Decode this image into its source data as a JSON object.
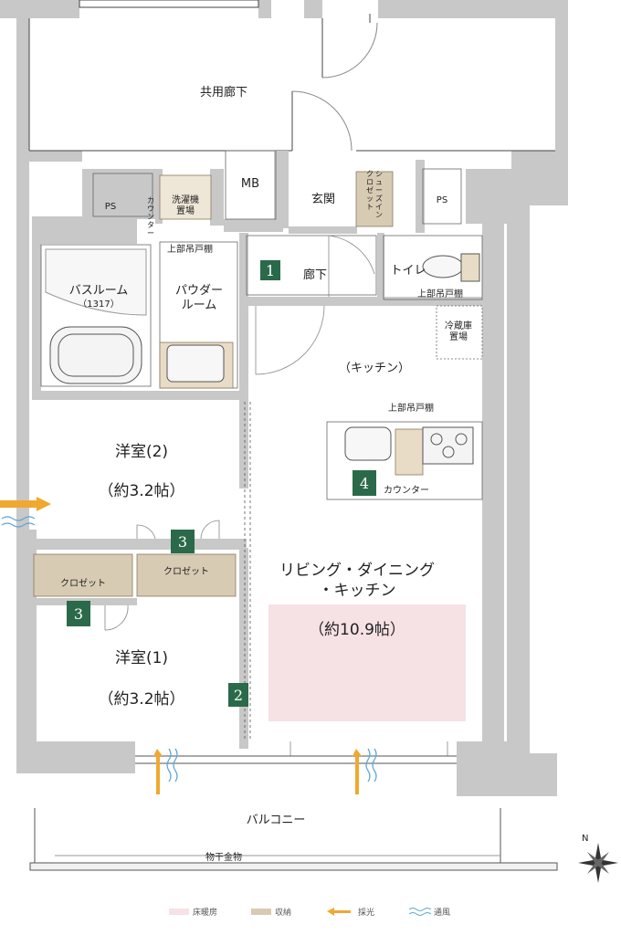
{
  "rooms": {
    "common_corridor": "共用廊下",
    "mb": "MB",
    "entrance": "玄関",
    "shoe_in_closet": "シューズイン\nクロゼット",
    "ps_left": "PS",
    "ps_right": "PS",
    "counter_vertical": "カウンター",
    "washer": "洗濯機\n置場",
    "upper_cabinet_1": "上部吊戸棚",
    "bathroom": "バスルーム",
    "bathroom_size": "（1317）",
    "powder_room": "パウダー\nルーム",
    "hallway": "廊下",
    "toilet": "トイレ",
    "upper_cabinet_toilet": "上部吊戸棚",
    "fridge": "冷蔵庫\n置場",
    "kitchen": "（キッチン）",
    "upper_cabinet_kitchen": "上部吊戸棚",
    "counter": "カウンター",
    "western2": "洋室(2)",
    "western2_size": "（約3.2帖）",
    "closet_a": "クロゼット",
    "closet_b": "クロゼット",
    "ldk": "リビング・ダイニング\n・キッチン",
    "ldk_size": "（約10.9帖）",
    "western1": "洋室(1)",
    "western1_size": "（約3.2帖）",
    "balcony": "バルコニー",
    "clothes_hanger": "物干金物"
  },
  "badges": [
    "1",
    "2",
    "3",
    "3",
    "4"
  ],
  "compass": "N",
  "legend": [
    {
      "label": "床暖房",
      "color": "#f6e1e5",
      "kind": "floor-heating-swatch"
    },
    {
      "label": "収納",
      "color": "#d8cbb4",
      "kind": "storage-swatch"
    },
    {
      "label": "採光",
      "color": "#f0a830",
      "kind": "daylight-arrow-icon"
    },
    {
      "label": "通風",
      "color": "#5aa6d6",
      "kind": "ventilation-wave-icon"
    }
  ],
  "colors": {
    "wall": "#c8c8c8",
    "badge": "#2a6a4a",
    "storage": "#d8cbb4",
    "floor_heating": "#f6e1e5",
    "daylight": "#f0a830",
    "ventilation": "#5aa6d6"
  }
}
